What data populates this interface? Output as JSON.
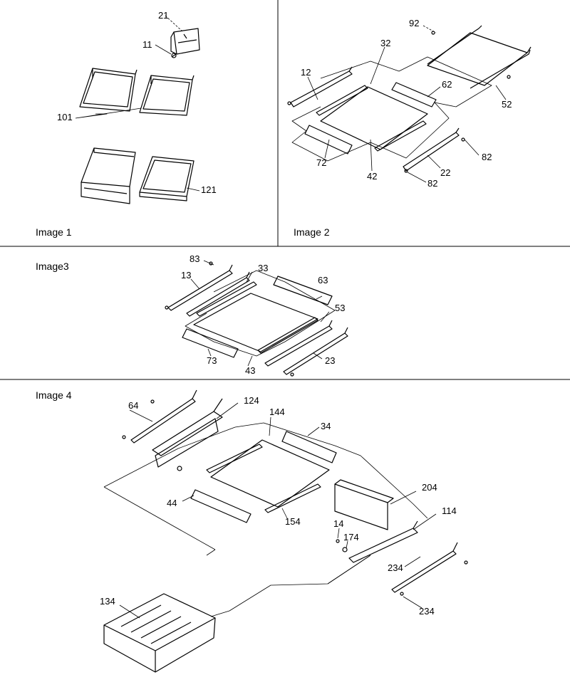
{
  "panels": {
    "image1": "Image 1",
    "image2": "Image 2",
    "image3": "Image3",
    "image4": "Image 4"
  },
  "callouts": {
    "image1": [
      "21",
      "11",
      "101",
      "121"
    ],
    "image2": [
      "92",
      "32",
      "12",
      "62",
      "52",
      "72",
      "42",
      "82",
      "22",
      "82"
    ],
    "image3": [
      "83",
      "33",
      "13",
      "63",
      "53",
      "73",
      "43",
      "23"
    ],
    "image4": [
      "64",
      "124",
      "144",
      "34",
      "44",
      "154",
      "204",
      "114",
      "14",
      "174",
      "234",
      "134",
      "234"
    ]
  }
}
